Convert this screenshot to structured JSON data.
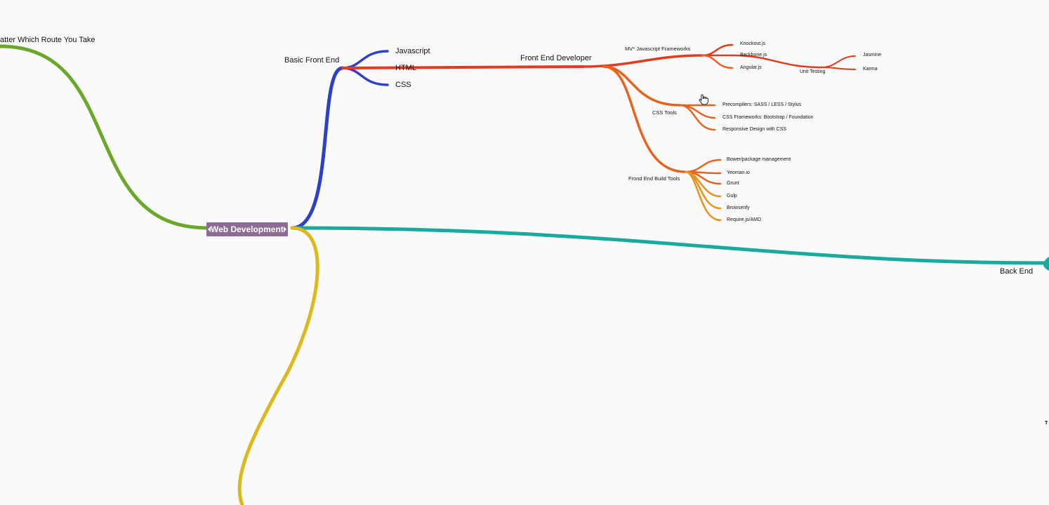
{
  "colors": {
    "background": "#fafafa",
    "root_node": "#8e6b94",
    "green": "#6aa82a",
    "blue": "#2f40c4",
    "yellow": "#ddb81c",
    "teal": "#1aa99f",
    "red": "#e23b20",
    "orange": "#e8621d",
    "light_orange": "#e8921e"
  },
  "root": {
    "label": "Web Development"
  },
  "left_branch": {
    "label": "atter Which Route You Take"
  },
  "front_end": {
    "basic": {
      "label": "Basic Front End",
      "children": [
        "Javascript",
        "HTML",
        "CSS"
      ]
    },
    "developer": {
      "label": "Front End Developer",
      "frameworks": {
        "label": "MV* Javascript Frameworks",
        "children": [
          "Knockout.js",
          "Backbone.js",
          "Angular.js"
        ]
      },
      "unit_testing": {
        "label": "Unit Testing",
        "children": [
          "Jasmine",
          "Karma"
        ]
      },
      "css_tools": {
        "label": "CSS Tools",
        "children": [
          "Precompilers: SASS / LESS / Stylus",
          "CSS Frameworks: Bootstrap / Foundation",
          "Responsive Design with CSS"
        ]
      },
      "build_tools": {
        "label": "Frond End Build Tools",
        "children": [
          "Bower/package management",
          "Yeoman.io",
          "Grunt",
          "Gulp",
          "Browserify",
          "Require.js/AMD"
        ]
      }
    }
  },
  "back_end": {
    "label": "Back End"
  },
  "edge_fragment": {
    "label": "T"
  },
  "icons": {
    "cursor": "hand-cursor-icon"
  }
}
